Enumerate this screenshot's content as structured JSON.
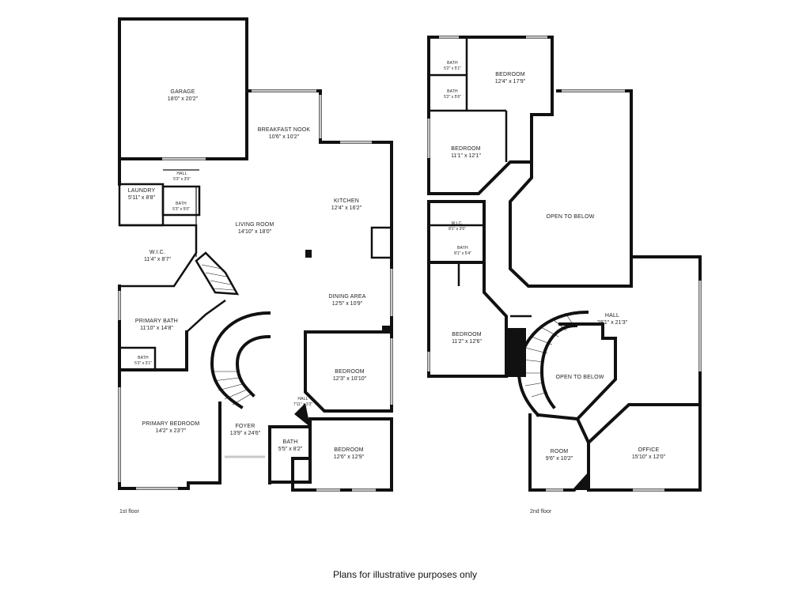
{
  "floors": [
    {
      "label": "1st floor",
      "rooms": [
        {
          "key": "garage",
          "name": "GARAGE",
          "dim": "18'0\" x 20'2\""
        },
        {
          "key": "breakfast",
          "name": "BREAKFAST NOOK",
          "dim": "10'6\" x 10'2\""
        },
        {
          "key": "hall1",
          "name": "HALL",
          "dim": "5'3\" x 3'5\""
        },
        {
          "key": "laundry",
          "name": "LAUNDRY",
          "dim": "5'11\" x 8'8\""
        },
        {
          "key": "bath1",
          "name": "BATH",
          "dim": "5'3\" x 5'0\""
        },
        {
          "key": "kitchen",
          "name": "KITCHEN",
          "dim": "12'4\" x 16'2\""
        },
        {
          "key": "living",
          "name": "LIVING ROOM",
          "dim": "14'10\" x 18'0\""
        },
        {
          "key": "wic1",
          "name": "W.I.C.",
          "dim": "11'4\" x 8'7\""
        },
        {
          "key": "dining",
          "name": "DINING AREA",
          "dim": "12'5\" x 10'9\""
        },
        {
          "key": "pbath",
          "name": "PRIMARY BATH",
          "dim": "11'10\" x 14'8\""
        },
        {
          "key": "bath2",
          "name": "BATH",
          "dim": "5'3\" x 3'1\""
        },
        {
          "key": "bed1",
          "name": "BEDROOM",
          "dim": "12'3\" x 10'10\""
        },
        {
          "key": "hall2",
          "name": "HALL",
          "dim": "7'11\" x 3'3\""
        },
        {
          "key": "pbed",
          "name": "PRIMARY BEDROOM",
          "dim": "14'2\" x 23'7\""
        },
        {
          "key": "foyer",
          "name": "FOYER",
          "dim": "13'9\" x 24'6\""
        },
        {
          "key": "bath3",
          "name": "BATH",
          "dim": "5'5\" x 8'2\""
        },
        {
          "key": "bed2",
          "name": "BEDROOM",
          "dim": "12'6\" x 12'9\""
        }
      ]
    },
    {
      "label": "2nd floor",
      "rooms": [
        {
          "key": "bath4",
          "name": "BATH",
          "dim": "5'2\" x 5'1\""
        },
        {
          "key": "bath5",
          "name": "BATH",
          "dim": "5'2\" x 5'6\""
        },
        {
          "key": "bed3",
          "name": "BEDROOM",
          "dim": "12'4\" x 17'9\""
        },
        {
          "key": "bed4",
          "name": "BEDROOM",
          "dim": "11'1\" x 12'1\""
        },
        {
          "key": "otb1",
          "name": "OPEN TO BELOW",
          "dim": ""
        },
        {
          "key": "wic2",
          "name": "W.I.C.",
          "dim": "8'1\" x 3'6\""
        },
        {
          "key": "bath6",
          "name": "BATH",
          "dim": "8'1\" x 5'4\""
        },
        {
          "key": "hall3",
          "name": "HALL",
          "dim": "28'1\" x 21'3\""
        },
        {
          "key": "bed5",
          "name": "BEDROOM",
          "dim": "11'2\" x 12'6\""
        },
        {
          "key": "otb2",
          "name": "OPEN TO BELOW",
          "dim": ""
        },
        {
          "key": "room",
          "name": "ROOM",
          "dim": "9'6\" x 10'2\""
        },
        {
          "key": "office",
          "name": "OFFICE",
          "dim": "15'10\" x 12'0\""
        }
      ]
    }
  ],
  "disclaimer": "Plans for illustrative purposes only"
}
